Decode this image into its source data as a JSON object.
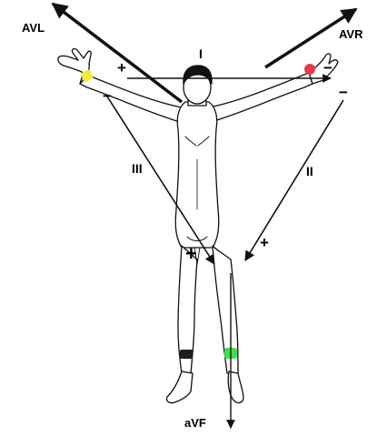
{
  "leads": {
    "avl": "AVL",
    "avr": "AVR",
    "avf": "aVF",
    "lead_1": "I",
    "lead_2": "II",
    "lead_3": "III"
  },
  "polarity": {
    "lead1_plus": "+",
    "lead1_minus": "−",
    "lead2_minus": "−",
    "lead2_plus": "+",
    "lead3_minus": "−",
    "lead3_plus": "+"
  },
  "electrodes": {
    "left_arm": "#f2ea3a",
    "right_arm": "#e83a4a",
    "left_leg": "#1e1e1e",
    "right_leg": "#3fe04a"
  },
  "colors": {
    "line": "#111111",
    "skin": "#ffffff",
    "hair": "#111111"
  }
}
